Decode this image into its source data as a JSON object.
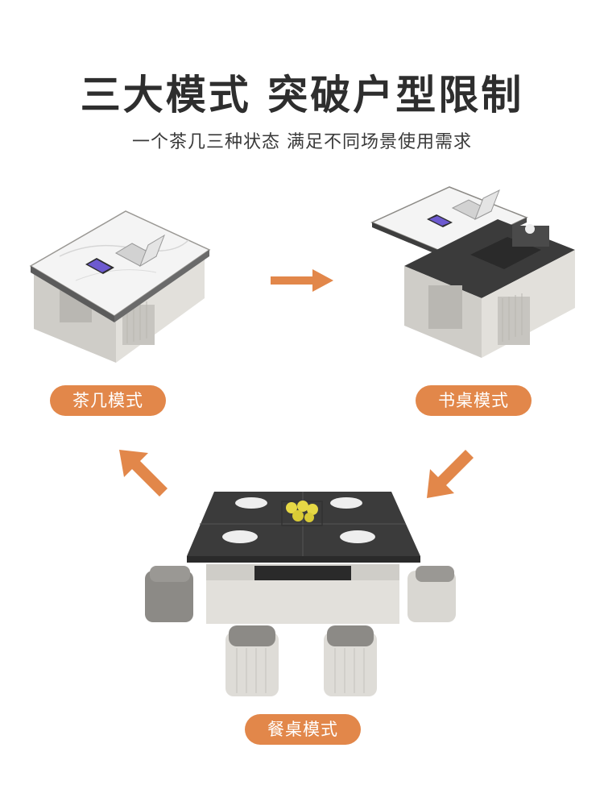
{
  "header": {
    "title": "三大模式 突破户型限制",
    "subtitle": "一个茶几三种状态 满足不同场景使用需求"
  },
  "modes": [
    {
      "label": "茶几模式",
      "icon": "coffee-table-image"
    },
    {
      "label": "书桌模式",
      "icon": "desk-table-image"
    },
    {
      "label": "餐桌模式",
      "icon": "dining-table-image"
    }
  ],
  "colors": {
    "accent": "#e2874a",
    "marble": "#f4f4f4",
    "cabinet": "#d9d7d2",
    "dark_top": "#3b3b3b",
    "stool": "#8c8a86"
  }
}
